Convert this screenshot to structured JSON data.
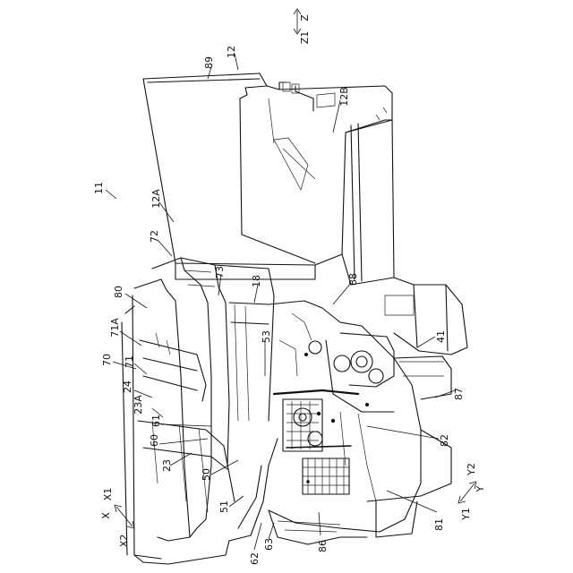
{
  "labels": [
    {
      "id": "lbl-89",
      "text": "89"
    },
    {
      "id": "lbl-12",
      "text": "12"
    },
    {
      "id": "lbl-12B",
      "text": "12B"
    },
    {
      "id": "lbl-11",
      "text": "11"
    },
    {
      "id": "lbl-12A",
      "text": "12A"
    },
    {
      "id": "lbl-72",
      "text": "72"
    },
    {
      "id": "lbl-73",
      "text": "73"
    },
    {
      "id": "lbl-18",
      "text": "18"
    },
    {
      "id": "lbl-88",
      "text": "88"
    },
    {
      "id": "lbl-80",
      "text": "80"
    },
    {
      "id": "lbl-71A",
      "text": "71A"
    },
    {
      "id": "lbl-70",
      "text": "70"
    },
    {
      "id": "lbl-71",
      "text": "71"
    },
    {
      "id": "lbl-53",
      "text": "53"
    },
    {
      "id": "lbl-24",
      "text": "24"
    },
    {
      "id": "lbl-23A",
      "text": "23A"
    },
    {
      "id": "lbl-61",
      "text": "61"
    },
    {
      "id": "lbl-60",
      "text": "60"
    },
    {
      "id": "lbl-41",
      "text": "41"
    },
    {
      "id": "lbl-87",
      "text": "87"
    },
    {
      "id": "lbl-82",
      "text": "82"
    },
    {
      "id": "lbl-23",
      "text": "23"
    },
    {
      "id": "lbl-50",
      "text": "50"
    },
    {
      "id": "lbl-51",
      "text": "51"
    },
    {
      "id": "lbl-62",
      "text": "62"
    },
    {
      "id": "lbl-63",
      "text": "63"
    },
    {
      "id": "lbl-86",
      "text": "86"
    },
    {
      "id": "lbl-81",
      "text": "81"
    }
  ],
  "axes": {
    "z": "Z",
    "z1": "Z1",
    "x": "X",
    "x1": "X1",
    "x2": "X2",
    "y1": "Y1",
    "y": "Y",
    "y2": "Y2"
  }
}
